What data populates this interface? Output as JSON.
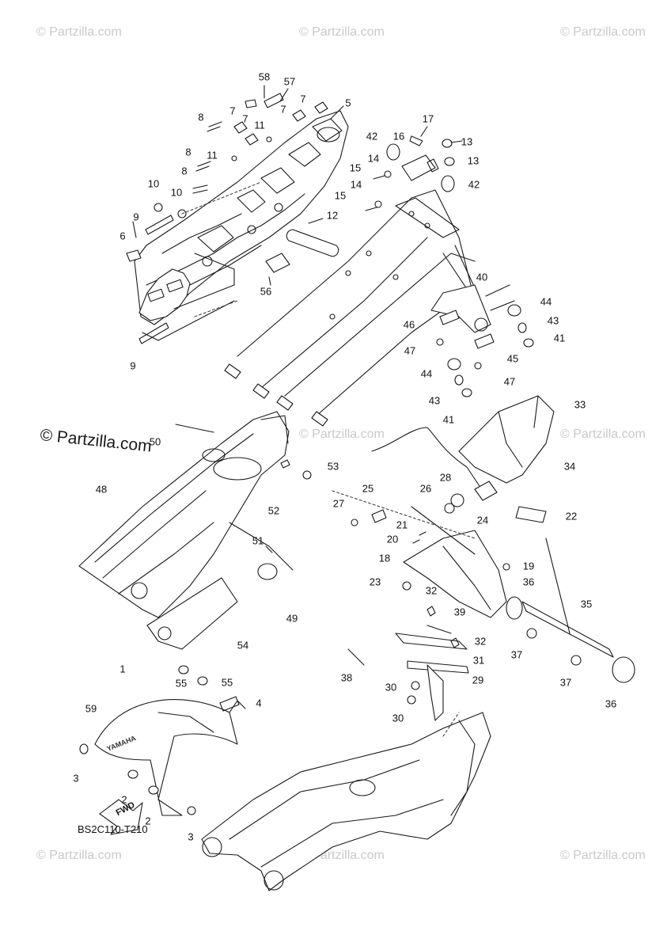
{
  "watermarks": {
    "small": "© Partzilla.com",
    "large": "© Partzilla.com"
  },
  "diagram_code": "BS2C110-T210",
  "fwd_label": "FWD",
  "fender_logo": "YAMAHA",
  "callouts": {
    "c58": "58",
    "c57": "57",
    "c5": "5",
    "c7a": "7",
    "c7b": "7",
    "c7c": "7",
    "c7d": "7",
    "c8a": "8",
    "c8b": "8",
    "c8c": "8",
    "c11a": "11",
    "c11b": "11",
    "c10a": "10",
    "c10b": "10",
    "c9a": "9",
    "c9b": "9",
    "c6": "6",
    "c12": "12",
    "c56": "56",
    "c17": "17",
    "c42a": "42",
    "c16": "16",
    "c13a": "13",
    "c13b": "13",
    "c14a": "14",
    "c15a": "15",
    "c14b": "14",
    "c15b": "15",
    "c42b": "42",
    "c40": "40",
    "c44a": "44",
    "c43a": "43",
    "c41a": "41",
    "c46": "46",
    "c47a": "47",
    "c45": "45",
    "c47b": "47",
    "c44b": "44",
    "c43b": "43",
    "c41b": "41",
    "c50": "50",
    "c53": "53",
    "c48": "48",
    "c52": "52",
    "c51": "51",
    "c49": "49",
    "c54": "54",
    "c55a": "55",
    "c55b": "55",
    "c33": "33",
    "c34": "34",
    "c28": "28",
    "c26": "26",
    "c25": "25",
    "c27": "27",
    "c24": "24",
    "c22": "22",
    "c21": "21",
    "c20": "20",
    "c18": "18",
    "c19": "19",
    "c23": "23",
    "c32a": "32",
    "c39": "39",
    "c36a": "36",
    "c35": "35",
    "c32b": "32",
    "c31": "31",
    "c37a": "37",
    "c38": "38",
    "c29": "29",
    "c30a": "30",
    "c30b": "30",
    "c37b": "37",
    "c36b": "36",
    "c1": "1",
    "c4": "4",
    "c59": "59",
    "c3a": "3",
    "c2a": "2",
    "c2b": "2",
    "c3b": "3"
  }
}
